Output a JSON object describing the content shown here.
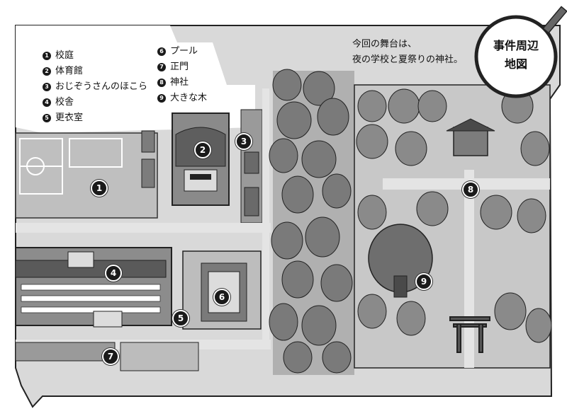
{
  "legend": [
    {
      "num": "1",
      "label": "校庭"
    },
    {
      "num": "2",
      "label": "体育館"
    },
    {
      "num": "3",
      "label": "おじぞうさんのほこら"
    },
    {
      "num": "4",
      "label": "校舎"
    },
    {
      "num": "5",
      "label": "更衣室"
    },
    {
      "num": "6",
      "label": "プール"
    },
    {
      "num": "7",
      "label": "正門"
    },
    {
      "num": "8",
      "label": "神社"
    },
    {
      "num": "9",
      "label": "大きな木"
    }
  ],
  "caption": {
    "line1": "今回の舞台は、",
    "line2": "夜の学校と夏祭りの神社。"
  },
  "title": {
    "line1": "事件周辺",
    "line2": "地図"
  },
  "map_markers": [
    "1",
    "2",
    "3",
    "4",
    "5",
    "6",
    "7",
    "8",
    "9"
  ],
  "colors": {
    "tree_dark": "#6a6a6a",
    "tree_light": "#9a9a9a",
    "ground": "#c8c8c8",
    "building": "#7c7c7c",
    "path": "#e0e0e0"
  }
}
